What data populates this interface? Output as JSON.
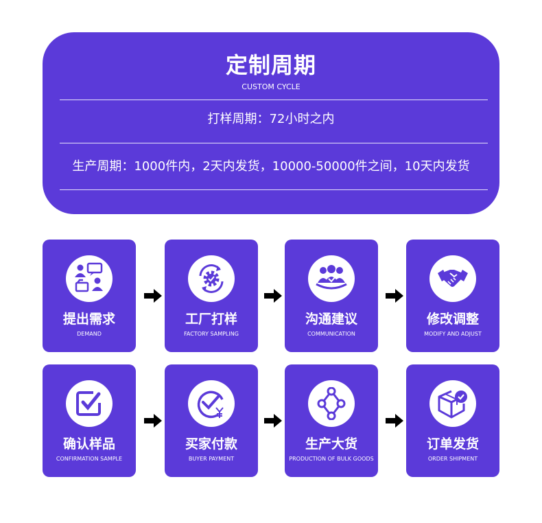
{
  "cycle": {
    "title": "定制周期",
    "subtitle": "CUSTOM CYCLE",
    "sample_line": "打样周期：72小时之内",
    "production_line": "生产周期：1000件内，2天内发货，10000-50000件之间，10天内发货"
  },
  "steps": [
    {
      "title": "提出需求",
      "subtitle": "DEMAND",
      "icon": "people-chat-icon"
    },
    {
      "title": "工厂打样",
      "subtitle": "FACTORY SAMPLING",
      "icon": "gear-cycle-icon"
    },
    {
      "title": "沟通建议",
      "subtitle": "COMMUNICATION",
      "icon": "team-meeting-icon"
    },
    {
      "title": "修改调整",
      "subtitle": "MODIFY AND ADJUST",
      "icon": "handshake-icon"
    },
    {
      "title": "确认样品",
      "subtitle": "CONFIRMATION SAMPLE",
      "icon": "checkbox-icon"
    },
    {
      "title": "买家付款",
      "subtitle": "BUYER PAYMENT",
      "icon": "yuan-check-icon"
    },
    {
      "title": "生产大货",
      "subtitle": "PRODUCTION OF BULK GOODS",
      "icon": "network-nodes-icon"
    },
    {
      "title": "订单发货",
      "subtitle": "ORDER SHIPMENT",
      "icon": "package-check-icon"
    }
  ],
  "colors": {
    "accent": "#5b3ad9",
    "arrow": "#000000",
    "text": "#ffffff"
  }
}
